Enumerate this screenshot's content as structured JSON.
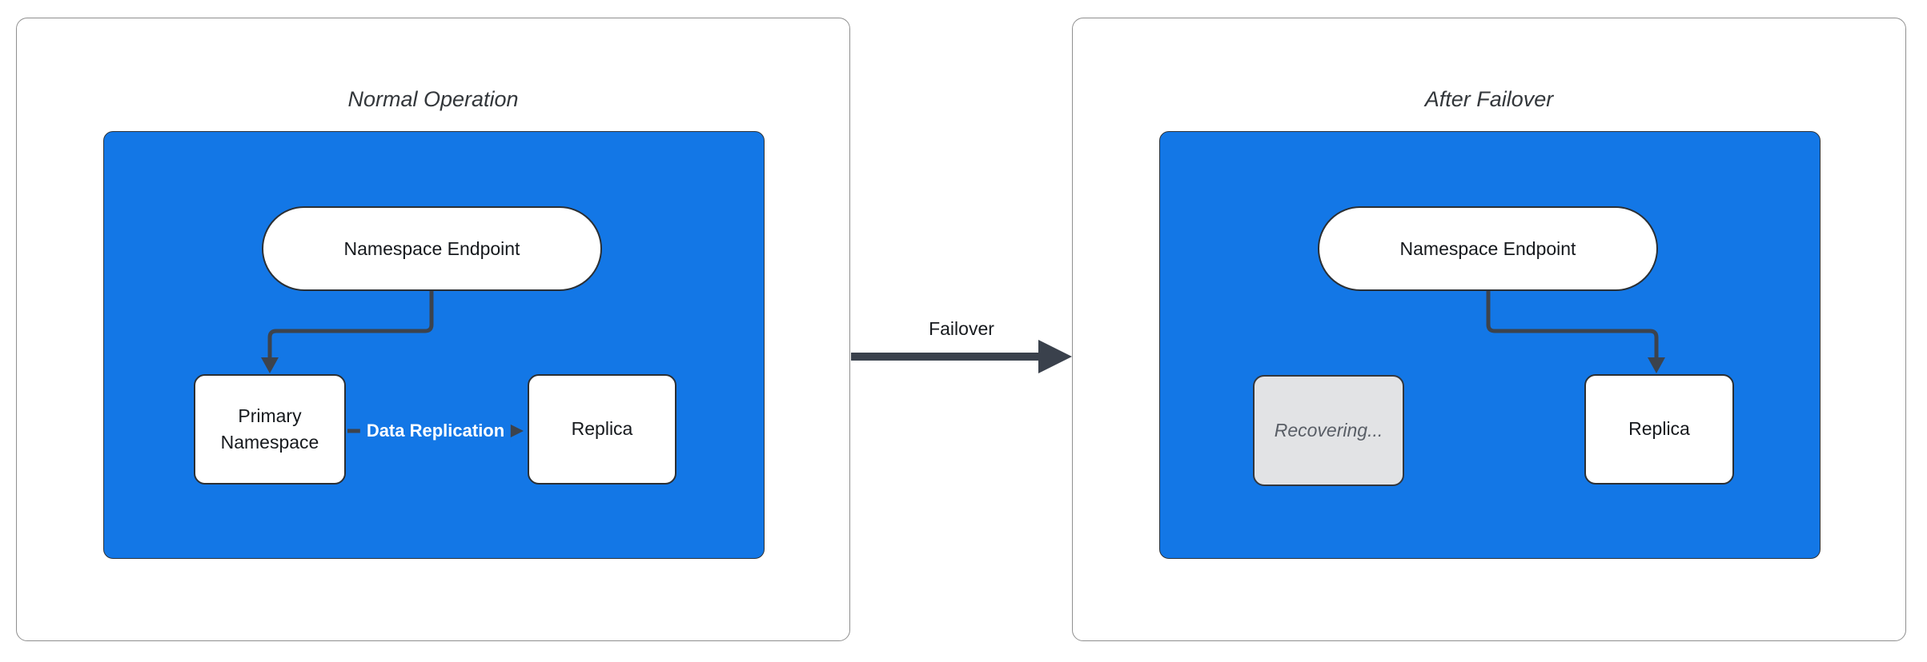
{
  "diagram": {
    "left_panel": {
      "title": "Normal Operation",
      "endpoint": "Namespace Endpoint",
      "primary": "Primary Namespace",
      "replication_arrow_label": "Data Replication",
      "replica": "Replica"
    },
    "transition": {
      "label": "Failover"
    },
    "right_panel": {
      "title": "After Failover",
      "endpoint": "Namespace Endpoint",
      "recovering": "Recovering...",
      "replica": "Replica"
    }
  },
  "colors": {
    "container_blue": "#1377e6",
    "node_fill": "#ffffff",
    "node_border": "#2b2f33",
    "edge_line": "#3c434d",
    "edge_label_text": "#ffffff",
    "recovering_fill": "#e2e3e5",
    "recovering_text": "#595e66",
    "panel_border": "#8f8f8f",
    "title_text": "#33373b"
  }
}
